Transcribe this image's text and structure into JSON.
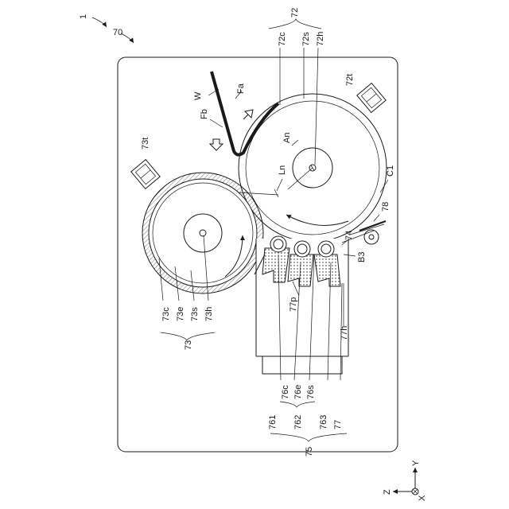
{
  "labels": {
    "device": "1",
    "frame": "70",
    "fixing_member": "72",
    "fixing_core": "72c",
    "fixing_layer": "72s",
    "fixing_heater": "72h",
    "fixing_sensor": "72t",
    "sheet": "W",
    "face_a": "Fa",
    "face_b": "Fb",
    "rotation_axis": "An",
    "nip_line": "Ln",
    "contact_point": "C1",
    "guide": "78",
    "pressure_sensor": "73t",
    "pressure_core": "73c",
    "pressure_elastic": "73e",
    "pressure_surface": "73s",
    "pressure_heater": "73h",
    "pressure_member": "73",
    "roller": "74",
    "bearing": "B3",
    "support": "77p",
    "housing": "77h",
    "part_core": "76c",
    "part_elastic": "76e",
    "part_surface": "76s",
    "unit_1": "761",
    "unit_2": "762",
    "unit_3": "763",
    "holder": "77",
    "assembly": "75",
    "axis_y": "Y",
    "axis_z": "Z",
    "axis_x": "X"
  }
}
